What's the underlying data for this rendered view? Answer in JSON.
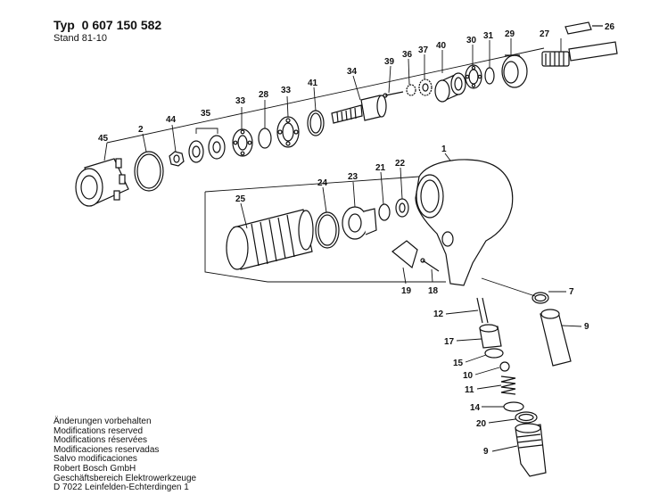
{
  "header": {
    "typ_label": "Typ",
    "part_number": "0 607 150 582",
    "stand": "Stand 81-10"
  },
  "notes": [
    "Änderungen vorbehalten",
    "Modifications reserved",
    "Modifications réservées",
    "Modificaciones reservadas",
    "Salvo modificaciones"
  ],
  "company": [
    "Robert Bosch GmbH",
    "Geschäftsbereich Elektrowerkzeuge",
    "D 7022 Leinfelden-Echterdingen 1"
  ],
  "callouts": {
    "c26": "26",
    "c27": "27",
    "c29": "29",
    "c31": "31",
    "c30": "30",
    "c40": "40",
    "c37": "37",
    "c36": "36",
    "c39": "39",
    "c34": "34",
    "c41": "41",
    "c33a": "33",
    "c28": "28",
    "c33b": "33",
    "c35": "35",
    "c44": "44",
    "c2": "2",
    "c45": "45",
    "c1": "1",
    "c22": "22",
    "c21": "21",
    "c23": "23",
    "c24": "24",
    "c25": "25",
    "c19": "19",
    "c18": "18",
    "c7": "7",
    "c12": "12",
    "c9a": "9",
    "c17": "17",
    "c15": "15",
    "c10": "10",
    "c11": "11",
    "c14": "14",
    "c20": "20",
    "c9b": "9"
  }
}
